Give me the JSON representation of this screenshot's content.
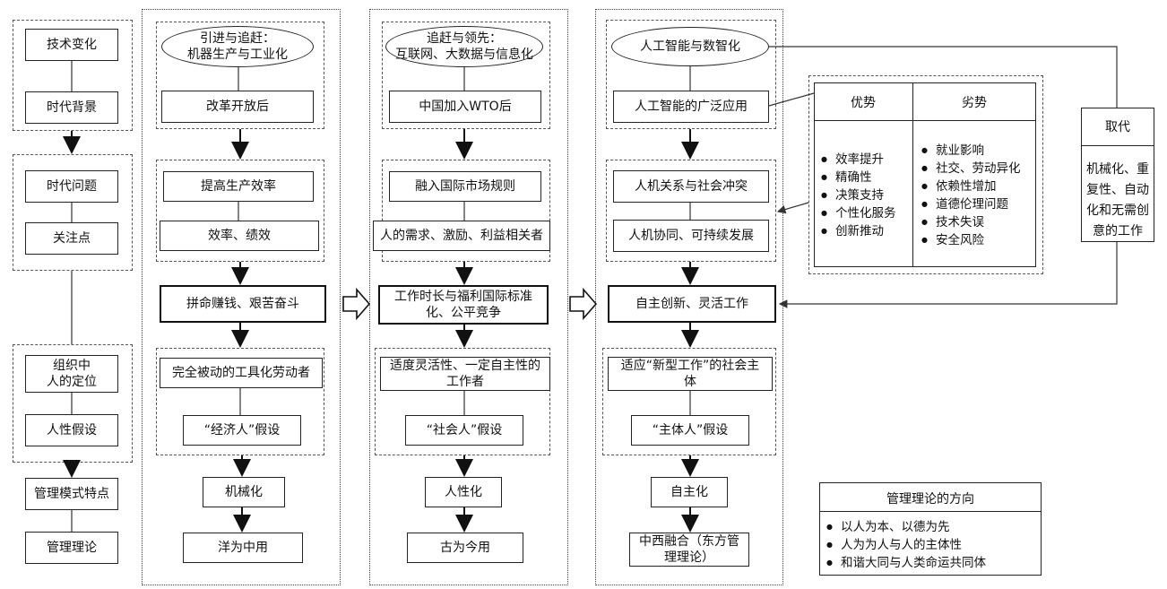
{
  "sidebar": {
    "g1": [
      "技术变化",
      "时代背景"
    ],
    "g2": [
      "时代问题",
      "关注点"
    ],
    "g3": [
      "组织中\n人的定位",
      "人性假设"
    ],
    "mode": "管理模式特点",
    "theory": "管理理论"
  },
  "col1": {
    "header": "引进与追赶：\n机器生产与工业化",
    "era": "改革开放后",
    "problem": "提高生产效率",
    "focus": "效率、绩效",
    "feature": "拼命赚钱、艰苦奋斗",
    "position": "完全被动的工具化劳动者",
    "hypothesis": "“经济人”假设",
    "mode": "机械化",
    "theory": "洋为中用"
  },
  "col2": {
    "header": "追赶与领先：\n互联网、大数据与信息化",
    "era": "中国加入WTO后",
    "problem": "融入国际市场规则",
    "focus": "人的需求、激励、利益相关者",
    "feature": "工作时长与福利国际标准\n化、公平竞争",
    "position": "适度灵活性、一定自主性的\n工作者",
    "hypothesis": "“社会人”假设",
    "mode": "人性化",
    "theory": "古为今用"
  },
  "col3": {
    "header": "人工智能与数智化",
    "era": "人工智能的广泛应用",
    "problem": "人机关系与社会冲突",
    "focus": "人机协同、可持续发展",
    "feature": "自主创新、灵活工作",
    "position": "适应“新型工作”的社会主\n体",
    "hypothesis": "“主体人”假设",
    "mode": "自主化",
    "theory": "中西融合（东方管\n理理论）"
  },
  "proscons": {
    "pros_title": "优势",
    "cons_title": "劣势",
    "pros": [
      "效率提升",
      "精确性",
      "决策支持",
      "个性化服务",
      "创新推动"
    ],
    "cons": [
      "就业影响",
      "社交、劳动异化",
      "依赖性增加",
      "道德伦理问题",
      "技术失误",
      "安全风险"
    ]
  },
  "replace": {
    "title": "取代",
    "body": "机械化、重\n复性、自动\n化和无需创\n意的工作"
  },
  "direction": {
    "title": "管理理论的方向",
    "items": [
      "以人为本、以德为先",
      "人为为人与人的主体性",
      "和谐大同与人类命运共同体"
    ]
  }
}
